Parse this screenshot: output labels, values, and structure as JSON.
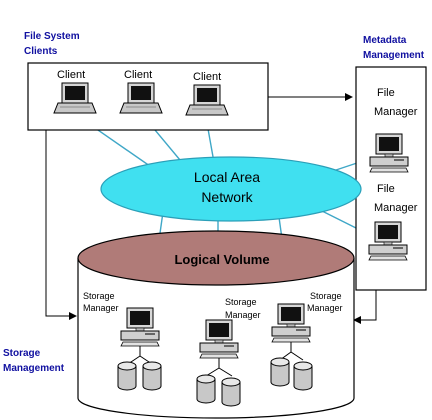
{
  "groups": {
    "clients": {
      "line1": "File System",
      "line2": "Clients"
    },
    "metadata": {
      "line1": "Metadata",
      "line2": "Management"
    },
    "storage": {
      "line1": "Storage",
      "line2": "Management"
    }
  },
  "clients": [
    {
      "label": "Client"
    },
    {
      "label": "Client"
    },
    {
      "label": "Client"
    }
  ],
  "file_managers": [
    {
      "line1": "File",
      "line2": "Manager"
    },
    {
      "line1": "File",
      "line2": "Manager"
    }
  ],
  "network": {
    "line1": "Local Area",
    "line2": "Network"
  },
  "volume": {
    "label": "Logical Volume"
  },
  "storage_managers": [
    {
      "line1": "Storage",
      "line2": "Manager"
    },
    {
      "line1": "Storage",
      "line2": "Manager"
    },
    {
      "line1": "Storage",
      "line2": "Manager"
    }
  ],
  "colors": {
    "network_fill": "#40e0f0",
    "volume_fill": "#b07b78",
    "link_line": "#3fa7c7",
    "label_blue": "#1010a0"
  }
}
